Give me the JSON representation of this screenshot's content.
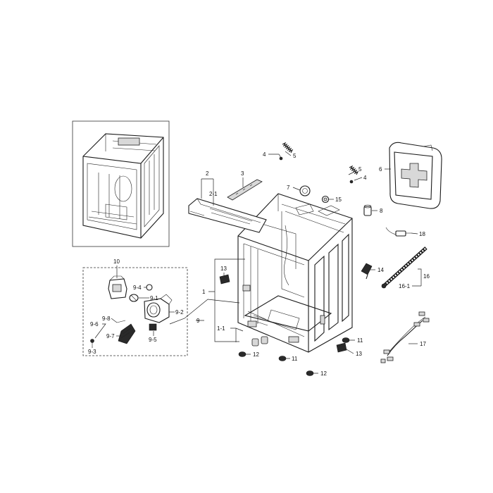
{
  "callouts": {
    "l1": "1",
    "l1_1": "1-1",
    "l2": "2",
    "l2_1": "2-1",
    "l3": "3",
    "l4a": "4",
    "l4b": "4",
    "l5a": "5",
    "l5b": "5",
    "l6": "6",
    "l7": "7",
    "l8": "8",
    "l9": "9",
    "l9_1": "9-1",
    "l9_2": "9-2",
    "l9_3": "9-3",
    "l9_4": "9-4",
    "l9_5": "9-5",
    "l9_6": "9-6",
    "l9_7": "9-7",
    "l9_8": "9-8",
    "l10": "10",
    "l11a": "11",
    "l11b": "11",
    "l12a": "12",
    "l12b": "12",
    "l13a": "13",
    "l13b": "13",
    "l14": "14",
    "l15": "15",
    "l16": "16",
    "l16_1": "16-1",
    "l17": "17",
    "l18": "18"
  }
}
